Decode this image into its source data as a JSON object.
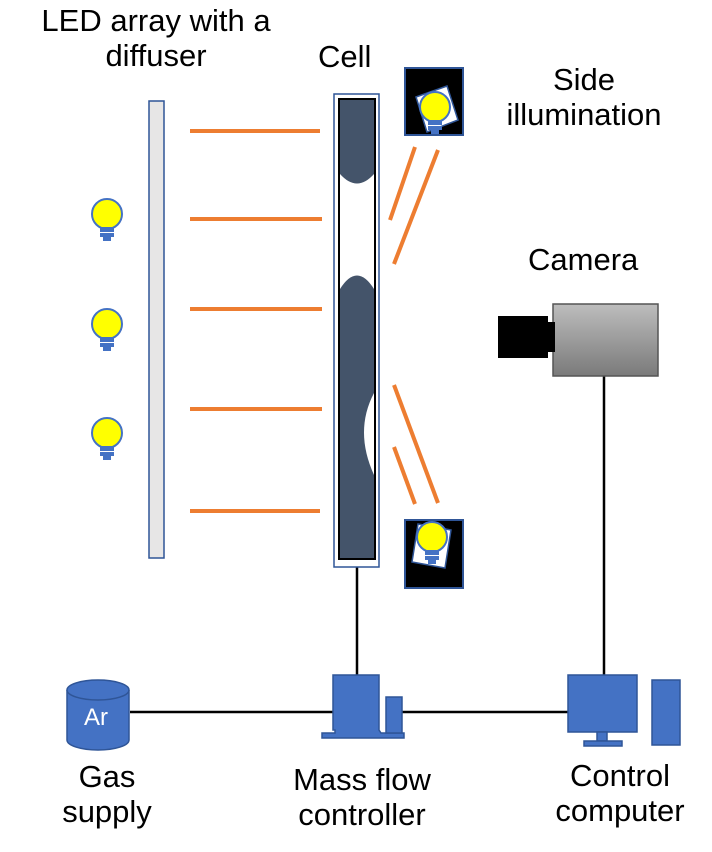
{
  "labels": {
    "led_array": [
      "LED array with a",
      "diffuser"
    ],
    "cell": "Cell",
    "side_illumination": [
      "Side",
      "illumination"
    ],
    "camera": "Camera",
    "gas_supply": [
      "Gas",
      "supply"
    ],
    "gas_symbol": "Ar",
    "mass_flow_controller": [
      "Mass flow",
      "controller"
    ],
    "control_computer": [
      "Control",
      "computer"
    ]
  },
  "colors": {
    "light_ray": "#ED7D31",
    "component_blue": "#4472C4",
    "bulb_yellow": "#FFFF00",
    "cell_fill": "#44546A",
    "diffuser_fill": "#E7E6E6",
    "diffuser_outline": "#2F5597",
    "camera_body": "#9E9E9E",
    "camera_lens": "#000000",
    "wire": "#000000"
  },
  "icons": [
    "light-bulb-icon",
    "gas-cylinder-icon",
    "mass-flow-controller-icon",
    "monitor-icon",
    "pc-tower-icon",
    "camera-icon"
  ]
}
